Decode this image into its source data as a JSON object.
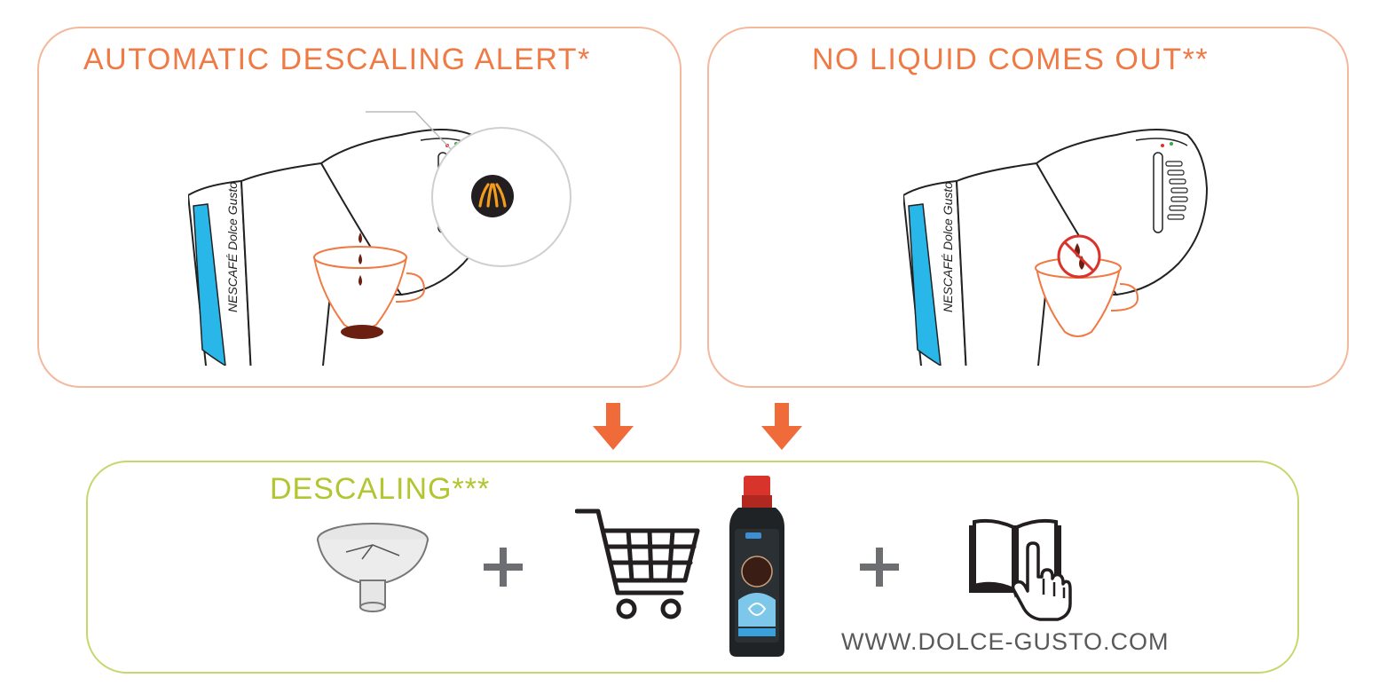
{
  "panels": {
    "alert_title": "AUTOMATIC DESCALING ALERT*",
    "no_liquid_title": "NO LIQUID COMES OUT**",
    "descaling_title": "DESCALING***"
  },
  "machine": {
    "brand_label": "NESCAFÉ Dolce Gusto"
  },
  "website": "WWW.DOLCE-GUSTO.COM",
  "icons": [
    "coffee-machine-icon",
    "descaling-alert-light-icon",
    "coffee-drops-icon",
    "no-drops-icon",
    "arrow-down-icon",
    "descaling-funnel-icon",
    "plus-icon",
    "shopping-cart-icon",
    "descaler-bottle-icon",
    "manual-book-icon",
    "pointing-hand-icon"
  ],
  "colors": {
    "panel_border": "#f4b89c",
    "accent_orange": "#ef7a45",
    "descaling_green": "#b3c52f",
    "water_tank_blue": "#29b6e8",
    "text_gray": "#58595b",
    "coffee_brown": "#6b1f10",
    "no_sign_red": "#d8342c"
  }
}
